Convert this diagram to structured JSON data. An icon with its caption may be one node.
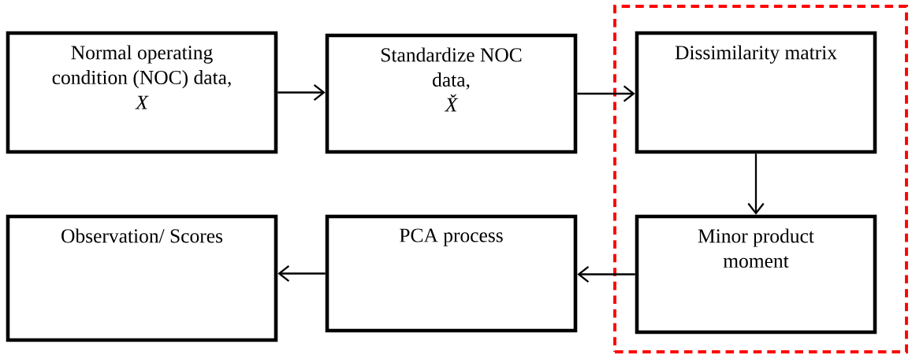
{
  "diagram": {
    "nodes": [
      {
        "text": [
          "Normal operating condition (NOC) data,",
          "X"
        ]
      },
      {
        "text": [
          "Standardize NOC data,",
          "X̌"
        ]
      },
      {
        "text": [],
        "shape": "box"
      },
      {
        "text": [
          "Dissimilarity matrix"
        ],
        "in": 2
      },
      {
        "text": [
          "Minor product moment"
        ],
        "in": 2
      },
      {
        "text": [
          "PCA process"
        ]
      },
      {
        "text": [
          "Observation/ Scores"
        ]
      }
    ],
    "edges": [
      {
        "from": 0,
        "to": 1,
        "arrow": "to"
      },
      {
        "from": 1,
        "to": 3,
        "arrow": "to"
      },
      {
        "from": 3,
        "to": 4,
        "arrow": "to"
      },
      {
        "from": 4,
        "to": 5,
        "arrow": "to"
      },
      {
        "from": 5,
        "to": 6,
        "arrow": "to"
      }
    ]
  }
}
